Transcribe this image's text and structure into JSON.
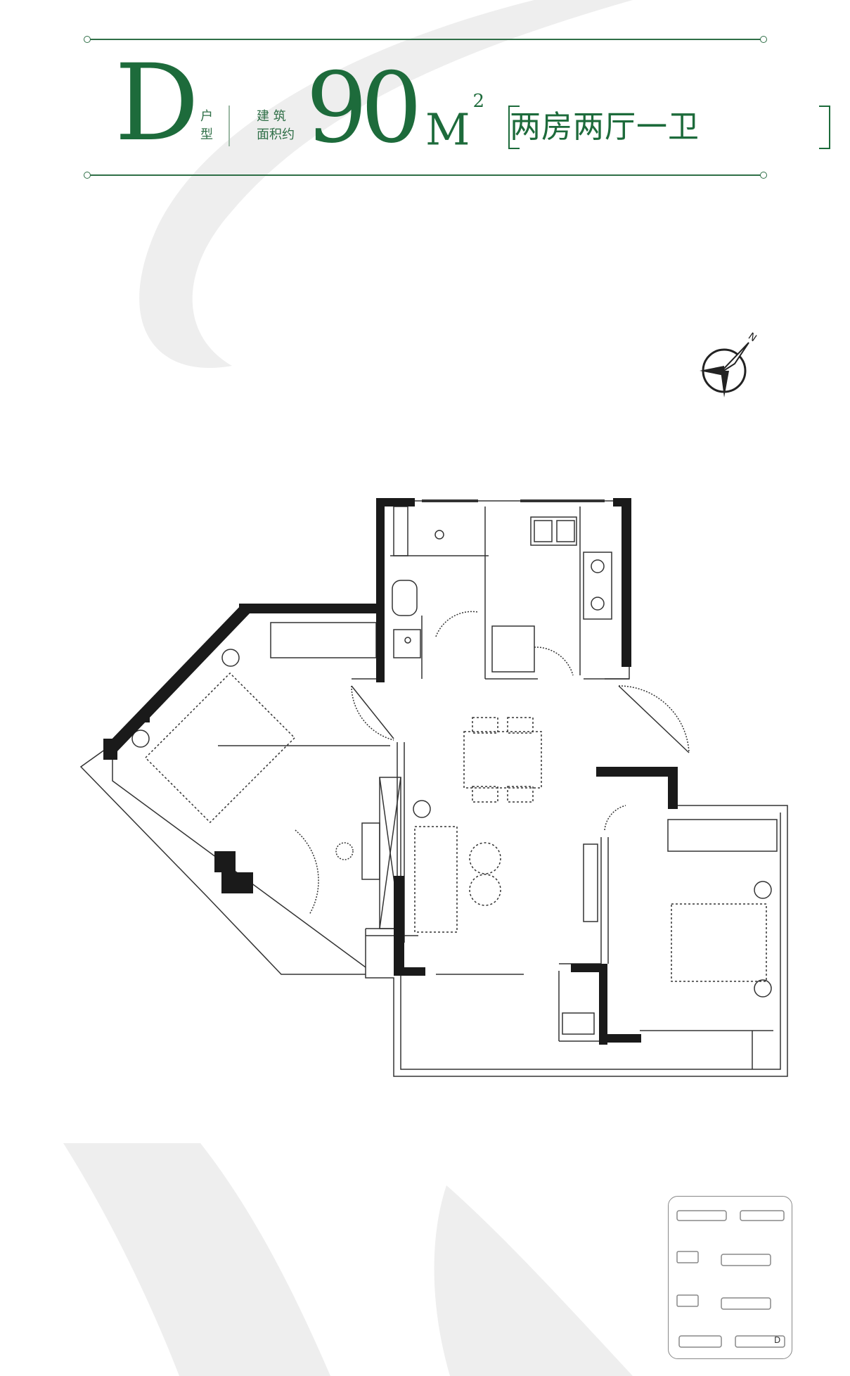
{
  "header": {
    "unit_letter": "D",
    "unit_label_1": "户",
    "unit_label_2": "型",
    "area_label_1": "建 筑",
    "area_label_2": "面积约",
    "area_value": "90",
    "area_unit": "M",
    "area_unit_sup": "2",
    "layout_type": "两房两厅一卫"
  },
  "compass": {
    "north_label": "N"
  },
  "key_plan": {
    "unit_marker": "D"
  },
  "colors": {
    "brand_green": "#1d6b3b",
    "wall": "#1a1a1a",
    "line": "#333333",
    "bg_swoosh": "#ededed"
  }
}
